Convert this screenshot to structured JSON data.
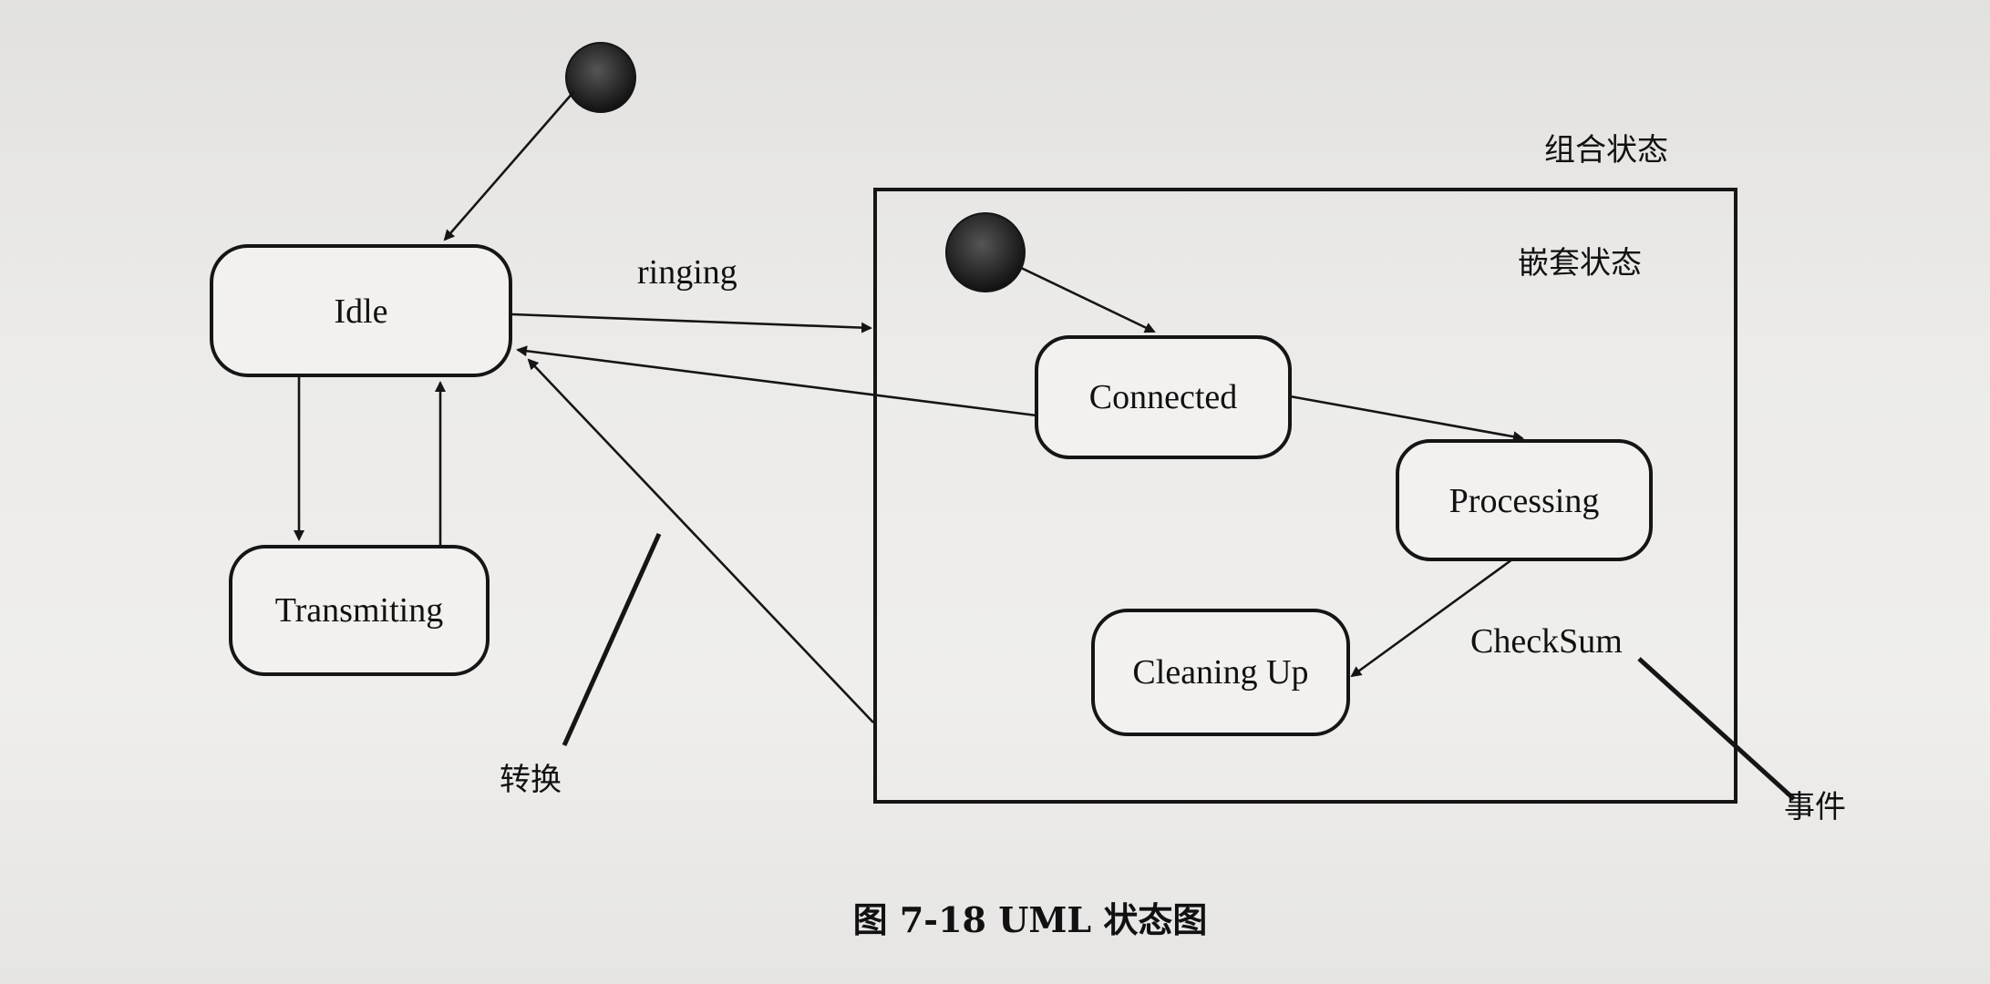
{
  "diagram": {
    "states": {
      "idle": "Idle",
      "transmitting": "Transmiting",
      "connected": "Connected",
      "processing": "Processing",
      "cleaning_up": "Cleaning Up"
    },
    "events": {
      "ringing": "ringing",
      "checksum": "CheckSum"
    },
    "annotations": {
      "composite_state": "组合状态",
      "nested_state": "嵌套状态",
      "transition": "转换",
      "event": "事件"
    },
    "caption": "图 7-18 UML 状态图"
  }
}
